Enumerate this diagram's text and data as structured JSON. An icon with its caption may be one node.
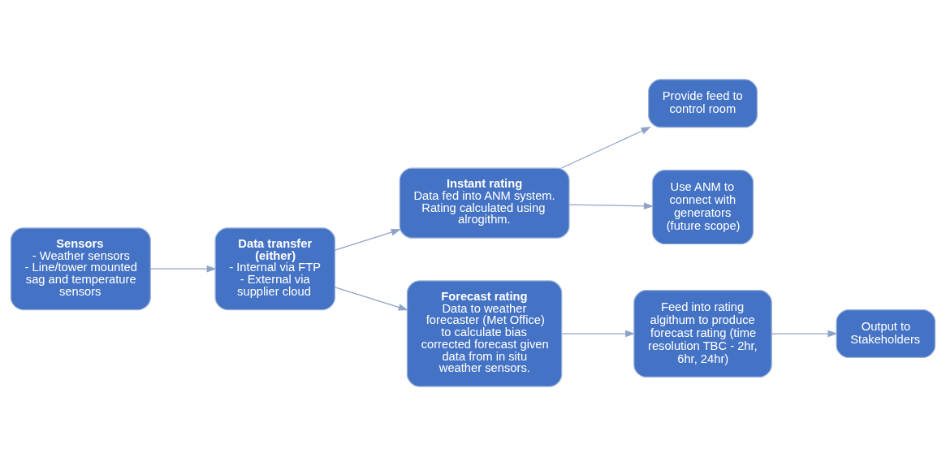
{
  "diagram": {
    "nodes": [
      {
        "text": [
          "Sensors",
          "- Weather sensors",
          "- Line/tower mounted sag and temperature sensors"
        ]
      },
      {
        "text": [
          "Data transfer (either)",
          "- Internal via FTP",
          "- External via supplier cloud"
        ]
      },
      {
        "text": [
          "Instant rating",
          "Data fed into ANM system. Rating calculated using alrogithm."
        ]
      },
      {
        "text": [
          "Forecast rating",
          "Data to weather forecaster (Met Office) to calculate bias corrected forecast given data from in situ weather sensors."
        ]
      },
      {
        "text": [
          "Provide feed to control room"
        ]
      },
      {
        "text": [
          "Use ANM to connect with generators (future scope)"
        ]
      },
      {
        "text": [
          "Feed into rating algithum to produce forecast rating (time resolution TBC - 2hr, 6hr, 24hr)"
        ]
      },
      {
        "text": [
          "Output to Stakeholders"
        ]
      }
    ],
    "edges": [
      {
        "from": 0,
        "to": 1,
        "arrow": "to"
      },
      {
        "from": 1,
        "to": 2,
        "arrow": "to"
      },
      {
        "from": 1,
        "to": 3,
        "arrow": "to"
      },
      {
        "from": 2,
        "to": 4,
        "arrow": "to"
      },
      {
        "from": 2,
        "to": 5,
        "arrow": "to"
      },
      {
        "from": 3,
        "to": 6,
        "arrow": "to"
      },
      {
        "from": 6,
        "to": 7,
        "arrow": "to"
      }
    ]
  }
}
